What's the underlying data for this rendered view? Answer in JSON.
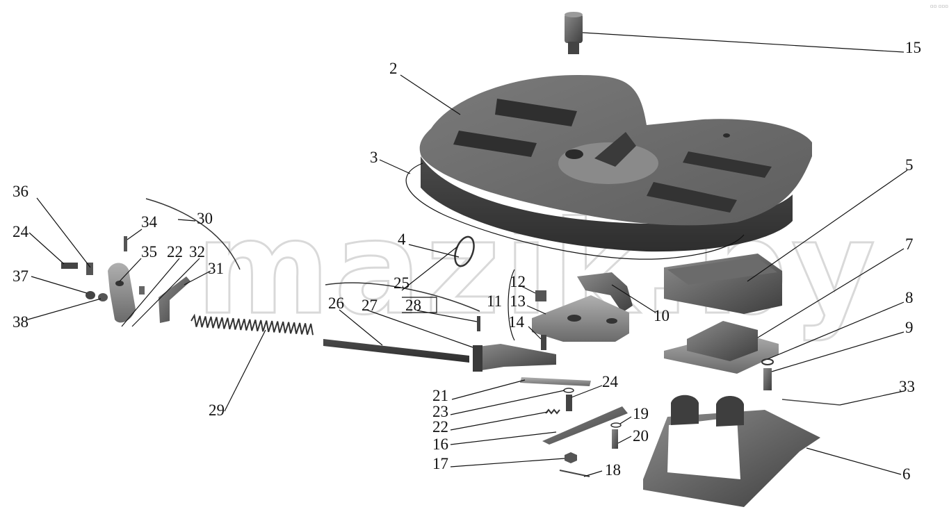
{
  "watermark": "mazik.by",
  "corner_mark": "▫▫ ▫▫▫",
  "callouts": [
    {
      "id": "15",
      "text": "15"
    },
    {
      "id": "2",
      "text": "2"
    },
    {
      "id": "3",
      "text": "3"
    },
    {
      "id": "5",
      "text": "5"
    },
    {
      "id": "36",
      "text": "36"
    },
    {
      "id": "24a",
      "text": "24"
    },
    {
      "id": "34",
      "text": "34"
    },
    {
      "id": "30",
      "text": "30"
    },
    {
      "id": "35",
      "text": "35"
    },
    {
      "id": "22a",
      "text": "22"
    },
    {
      "id": "32",
      "text": "32"
    },
    {
      "id": "31",
      "text": "31"
    },
    {
      "id": "37",
      "text": "37"
    },
    {
      "id": "38",
      "text": "38"
    },
    {
      "id": "4",
      "text": "4"
    },
    {
      "id": "25",
      "text": "25"
    },
    {
      "id": "26",
      "text": "26"
    },
    {
      "id": "27",
      "text": "27"
    },
    {
      "id": "28",
      "text": "28"
    },
    {
      "id": "12",
      "text": "12"
    },
    {
      "id": "11",
      "text": "11"
    },
    {
      "id": "13",
      "text": "13"
    },
    {
      "id": "14",
      "text": "14"
    },
    {
      "id": "10",
      "text": "10"
    },
    {
      "id": "7",
      "text": "7"
    },
    {
      "id": "8",
      "text": "8"
    },
    {
      "id": "9",
      "text": "9"
    },
    {
      "id": "33",
      "text": "33"
    },
    {
      "id": "29",
      "text": "29"
    },
    {
      "id": "21",
      "text": "21"
    },
    {
      "id": "23",
      "text": "23"
    },
    {
      "id": "24b",
      "text": "24"
    },
    {
      "id": "22b",
      "text": "22"
    },
    {
      "id": "16",
      "text": "16"
    },
    {
      "id": "19",
      "text": "19"
    },
    {
      "id": "20",
      "text": "20"
    },
    {
      "id": "17",
      "text": "17"
    },
    {
      "id": "18",
      "text": "18"
    },
    {
      "id": "6",
      "text": "6"
    }
  ]
}
